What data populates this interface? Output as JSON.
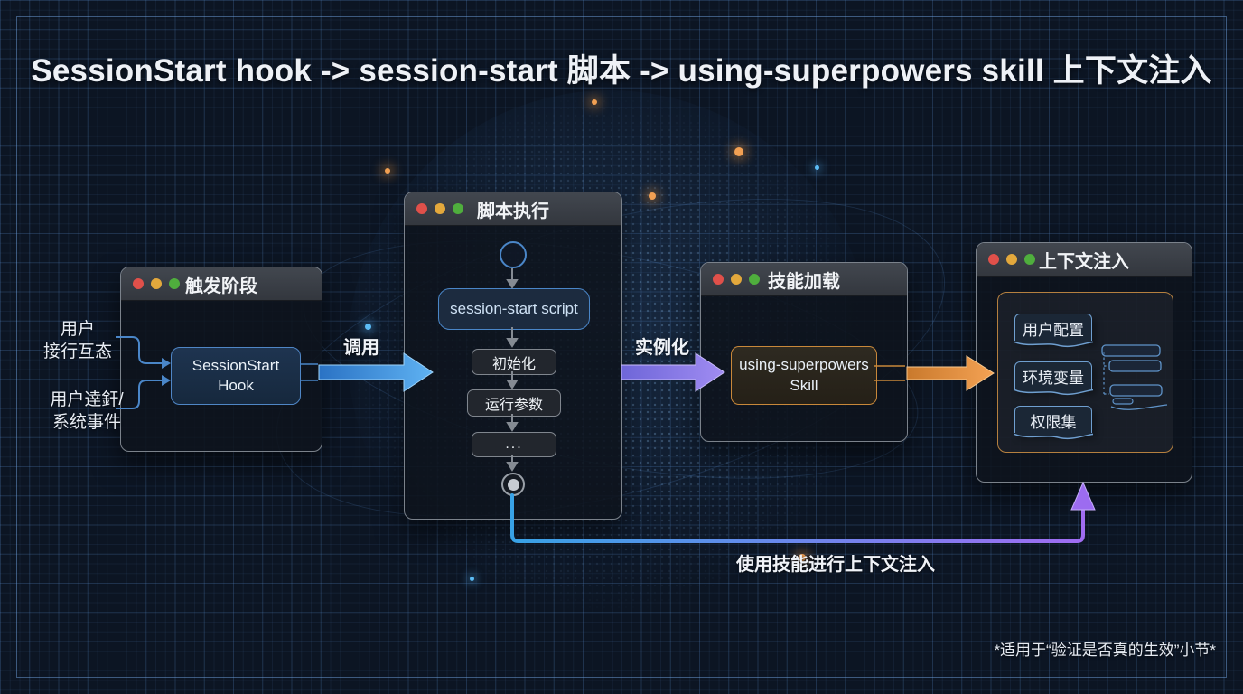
{
  "title": "SessionStart hook -> session-start 脚本 -> using-superpowers skill 上下文注入",
  "footnote": "*适用于“验证是否真的生效”小节*",
  "colors": {
    "background": "#0c1523",
    "grid_line": "#2a4a70",
    "arrow_blue": "#4a9bec",
    "arrow_purple": "#8d7bf0",
    "arrow_orange": "#e8953f",
    "return_path_start": "#38a2e6",
    "return_path_end": "#a06cf2",
    "traffic_red": "#e0504a",
    "traffic_yellow": "#e3a83c",
    "traffic_green": "#4fae3d"
  },
  "windows": {
    "trigger": {
      "title": "触发阶段",
      "hook_box": "SessionStart\nHook",
      "input_top": "用户\n接行互态",
      "input_bottom": "用户逹釬/\n系统事件"
    },
    "script": {
      "title": "脚本执行",
      "script_box": "session-start script",
      "steps": [
        "初始化",
        "运行参数",
        "..."
      ]
    },
    "skill": {
      "title": "技能加载",
      "skill_box": "using-superpowers\nSkill"
    },
    "context": {
      "title": "上下文注入",
      "items": [
        "用户配置",
        "环境变量",
        "权限集"
      ]
    }
  },
  "arrows": {
    "call": "调用",
    "instantiate": "实例化",
    "inject": "使用技能进行上下文注入"
  }
}
